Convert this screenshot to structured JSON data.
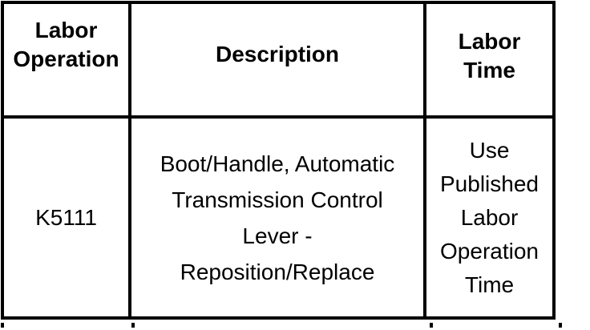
{
  "table": {
    "header_titles": [
      "Labor Operation",
      "Description",
      "Labor Time"
    ],
    "header": {
      "labor_operation_lines": [
        "Labor",
        "Operation"
      ],
      "description_lines": [
        "Description"
      ],
      "labor_time_lines": [
        "Labor",
        "Time"
      ]
    },
    "row": {
      "labor_operation": "K5111",
      "description_lines": [
        "Boot/Handle, Automatic",
        "Transmission Control",
        "Lever -",
        "Reposition/Replace"
      ],
      "labor_time_lines": [
        "Use",
        "Published",
        "Labor",
        "Operation",
        "Time"
      ]
    },
    "colors": {
      "border": "#000000",
      "text": "#000000",
      "background": "#ffffff"
    }
  }
}
